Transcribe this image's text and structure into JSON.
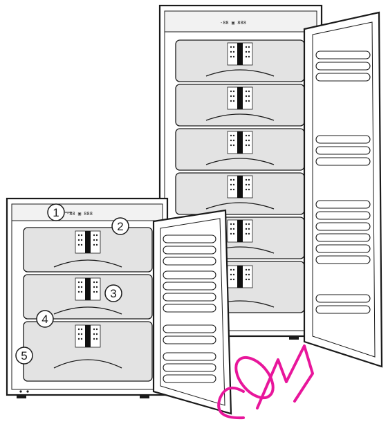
{
  "callouts": [
    {
      "id": "1",
      "label": "1"
    },
    {
      "id": "2",
      "label": "2"
    },
    {
      "id": "3",
      "label": "3"
    },
    {
      "id": "4",
      "label": "4"
    },
    {
      "id": "5",
      "label": "5"
    }
  ],
  "control_panel": {
    "display_text": "-88 ▣ 888"
  },
  "colors": {
    "line": "#1a1a1a",
    "drawer_fill": "#e3e3e3",
    "cabinet_fill": "#ffffff",
    "panel_fill": "#f2f2f2",
    "watermark": "#e8169b"
  },
  "icons": {
    "label_card": "drawer-label-card-icon",
    "watermark": "watermark-logo"
  },
  "watermark": {
    "text": "COM"
  }
}
